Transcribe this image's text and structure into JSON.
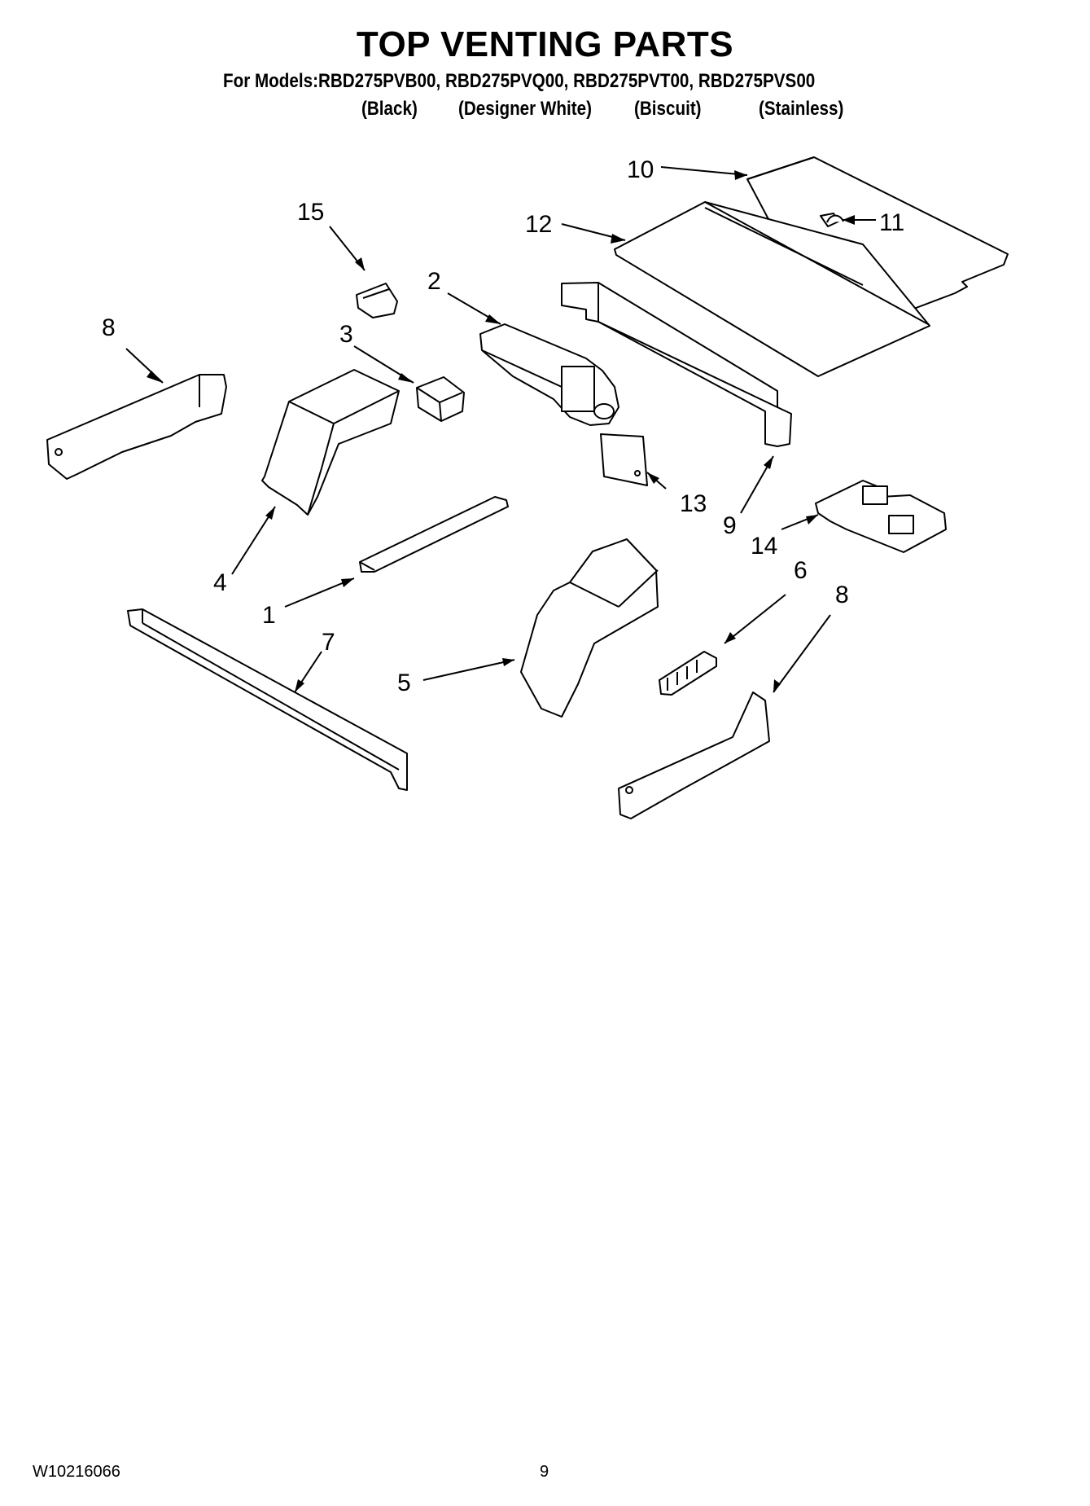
{
  "header": {
    "title": "TOP VENTING PARTS",
    "models_line": "For Models:RBD275PVB00, RBD275PVQ00, RBD275PVT00, RBD275PVS00",
    "variants": [
      "(Black)",
      "(Designer White)",
      "(Biscuit)",
      "(Stainless)"
    ]
  },
  "callouts": {
    "c1": "1",
    "c2": "2",
    "c3": "3",
    "c4": "4",
    "c5": "5",
    "c6": "6",
    "c7": "7",
    "c8_left": "8",
    "c8_right": "8",
    "c9": "9",
    "c10": "10",
    "c11": "11",
    "c12": "12",
    "c13": "13",
    "c14": "14",
    "c15": "15"
  },
  "footer": {
    "doc_number": "W10216066",
    "page_number": "9"
  }
}
